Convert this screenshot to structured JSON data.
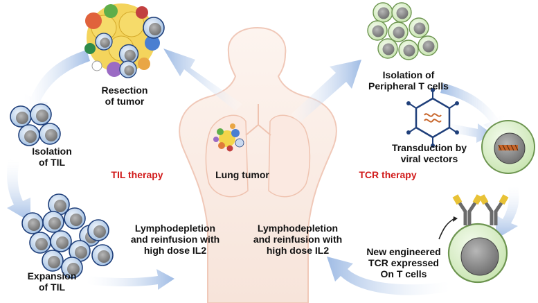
{
  "labels": {
    "resection": [
      "Resection",
      "of tumor"
    ],
    "isolation_til": [
      "Isolation",
      "of TIL"
    ],
    "expansion_til": [
      "Expansion",
      "of TIL"
    ],
    "til_therapy": "TIL therapy",
    "lung_tumor": "Lung tumor",
    "tcr_therapy": "TCR therapy",
    "isolation_peripheral": [
      "Isolation of",
      "Peripheral T cells"
    ],
    "transduction": [
      "Transduction by",
      "viral vectors"
    ],
    "lympho_left": [
      "Lymphodepletion",
      "and reinfusion with",
      "high dose IL2"
    ],
    "lympho_right": [
      "Lymphodepletion",
      "and reinfusion with",
      "high dose IL2"
    ],
    "new_engineered": [
      "New engineered",
      "TCR expressed",
      "On T cells"
    ]
  },
  "colors": {
    "arrow": "#8fb0e0",
    "arrow_light": "#dce8f8",
    "cell_fill": "#cfe0f3",
    "cell_stroke": "#1f3f7a",
    "nucleus": "#8c8c8c",
    "green_cell": "#d9f0c8",
    "green_stroke": "#6d9550",
    "therapy_red": "#d11a1a",
    "body_outline": "#f0c8b8",
    "tcr_yellow": "#e8c236"
  },
  "icons": {
    "tumor_mass": "tumor-cluster-icon",
    "virus": "viral-vector-icon",
    "dna": "dna-insert-icon",
    "tcr": "tcr-receptor-icon"
  }
}
